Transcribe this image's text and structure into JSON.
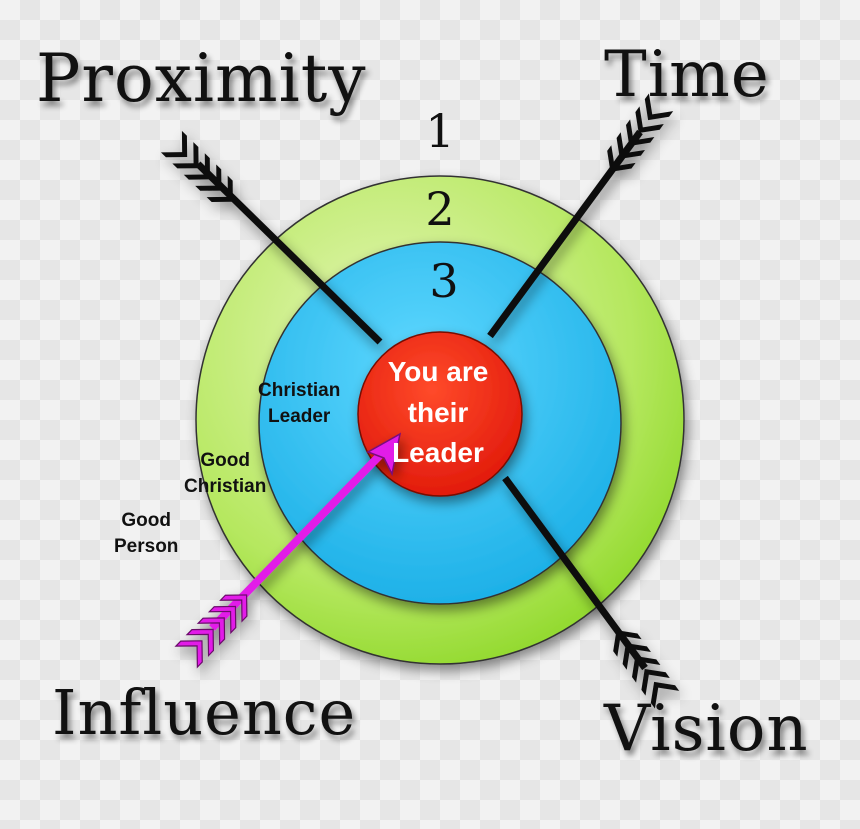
{
  "corners": {
    "top_left": "Proximity",
    "top_right": "Time",
    "bottom_left": "Influence",
    "bottom_right": "Vision"
  },
  "ring_numbers": [
    "1",
    "2",
    "3"
  ],
  "levels": {
    "christian_leader": [
      "Christian",
      "Leader"
    ],
    "good_christian": [
      "Good",
      "Christian"
    ],
    "good_person": [
      "Good",
      "Person"
    ]
  },
  "center": [
    "You are",
    "their",
    "Leader"
  ],
  "colors": {
    "outer_ring": "#9ee23a",
    "middle_ring": "#2cc3f0",
    "bullseye": "#f0240f",
    "pointer_arrow": "#e21ce8",
    "arrows": "#111111"
  }
}
